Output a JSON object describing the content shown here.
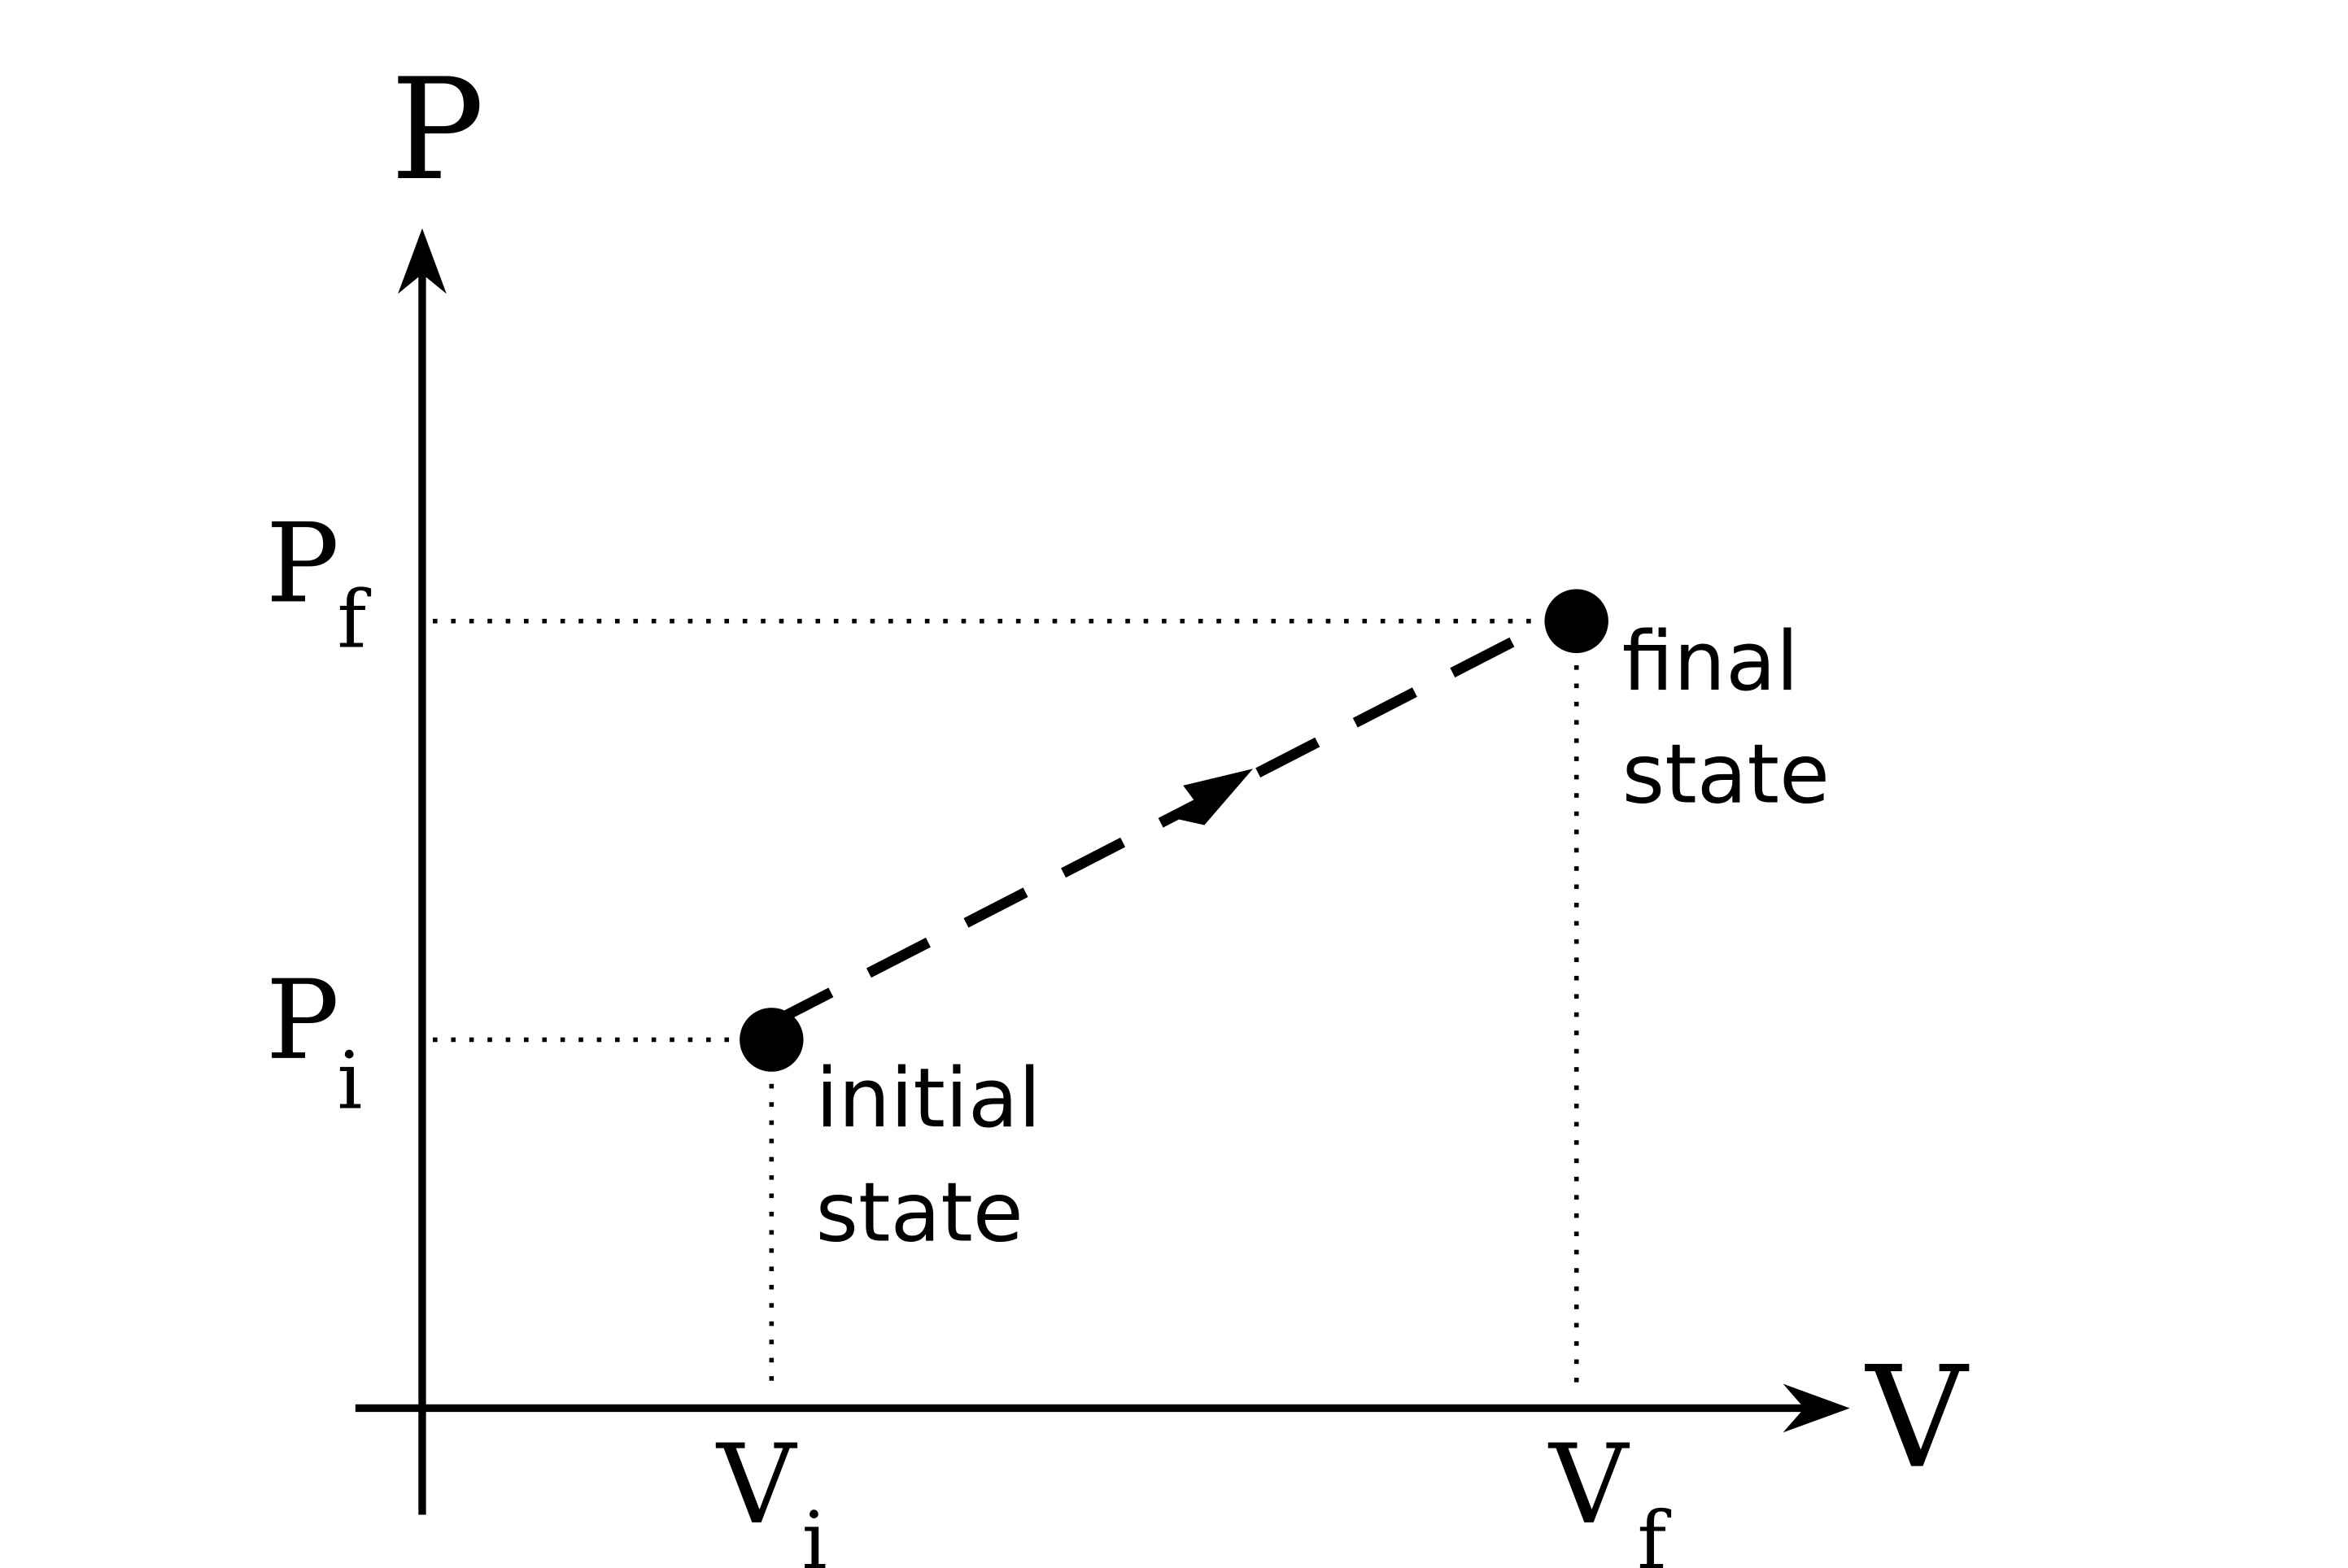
{
  "axes": {
    "y_label": "P",
    "x_label": "V"
  },
  "ticks": {
    "p_final": {
      "main": "P",
      "sub": "f"
    },
    "p_initial": {
      "main": "P",
      "sub": "i"
    },
    "v_initial": {
      "main": "V",
      "sub": "i"
    },
    "v_final": {
      "main": "V",
      "sub": "f"
    }
  },
  "states": {
    "initial": {
      "line1": "initial",
      "line2": "state"
    },
    "final": {
      "line1": "final",
      "line2": "state"
    }
  },
  "colors": {
    "ink": "#000000",
    "background": "#ffffff"
  }
}
